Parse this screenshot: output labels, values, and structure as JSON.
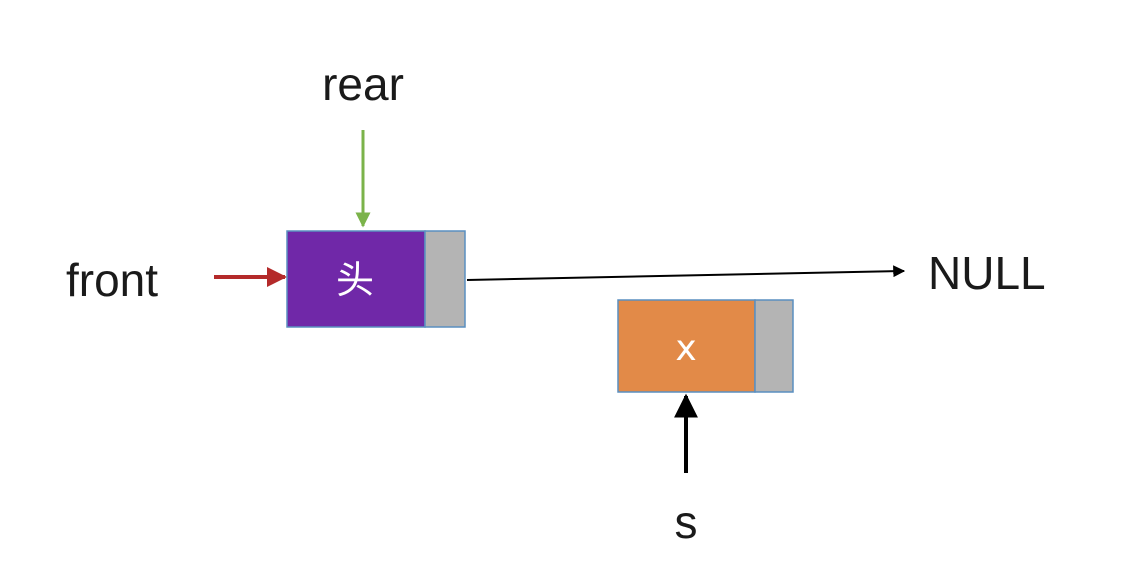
{
  "labels": {
    "rear": "rear",
    "front": "front",
    "null": "NULL",
    "s": "s"
  },
  "nodes": {
    "head": {
      "data": "头",
      "data_color": "#7028a8",
      "next_color": "#b4b4b4"
    },
    "new_node": {
      "data": "x",
      "data_color": "#e28a48",
      "next_color": "#b4b4b4"
    }
  },
  "arrows": {
    "rear_color": "#7bb34a",
    "front_color": "#b42a2a",
    "link_color": "#000000",
    "s_color": "#000000"
  }
}
